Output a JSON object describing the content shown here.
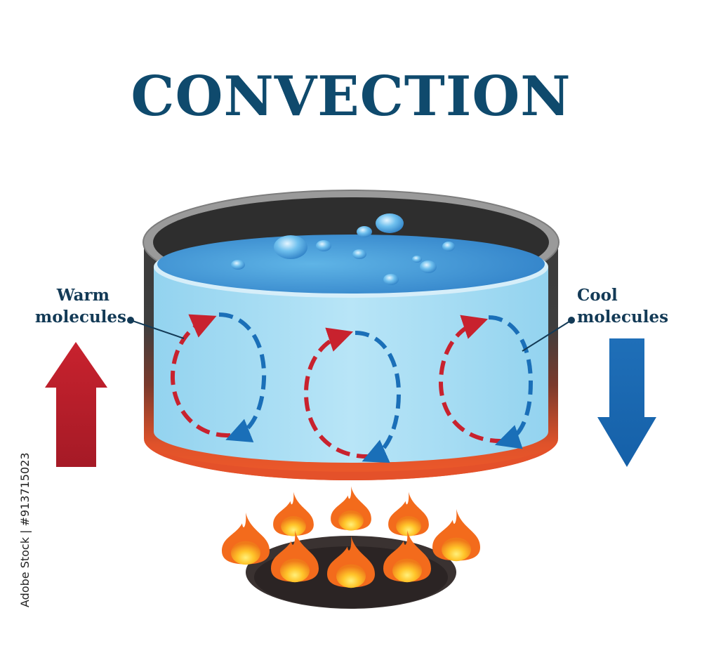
{
  "title": "CONVECTION",
  "labels": {
    "warm_line1": "Warm",
    "warm_line2": "molecules",
    "cool_line1": "Cool",
    "cool_line2": "molecules"
  },
  "credit": "Adobe Stock | #913715023",
  "colors": {
    "title": "#0f4a6d",
    "warm": "#c8222e",
    "cool": "#1a6fb8",
    "water": "#8fd0ee",
    "flame_outer": "#f36b1c",
    "flame_inner": "#ffd43a"
  },
  "icons": {
    "warm_arrow": "arrow-up-icon",
    "cool_arrow": "arrow-down-icon",
    "burner": "flame-icon"
  }
}
